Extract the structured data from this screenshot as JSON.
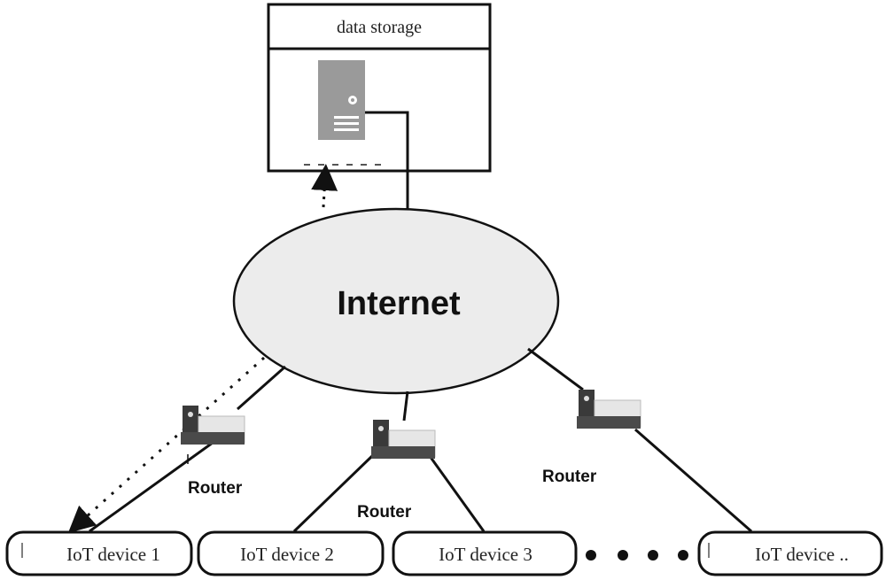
{
  "storage": {
    "title": "data storage"
  },
  "network": {
    "label": "Internet"
  },
  "routers": [
    {
      "label": "Router"
    },
    {
      "label": "Router"
    },
    {
      "label": "Router"
    }
  ],
  "devices": [
    {
      "label": "IoT device 1"
    },
    {
      "label": "IoT device 2"
    },
    {
      "label": "IoT device 3"
    },
    {
      "label": "IoT device .."
    }
  ],
  "colors": {
    "line": "#111111",
    "server": "#9a9a9a",
    "router_body": "#3a3a3a",
    "router_light": "#e6e6e6"
  }
}
